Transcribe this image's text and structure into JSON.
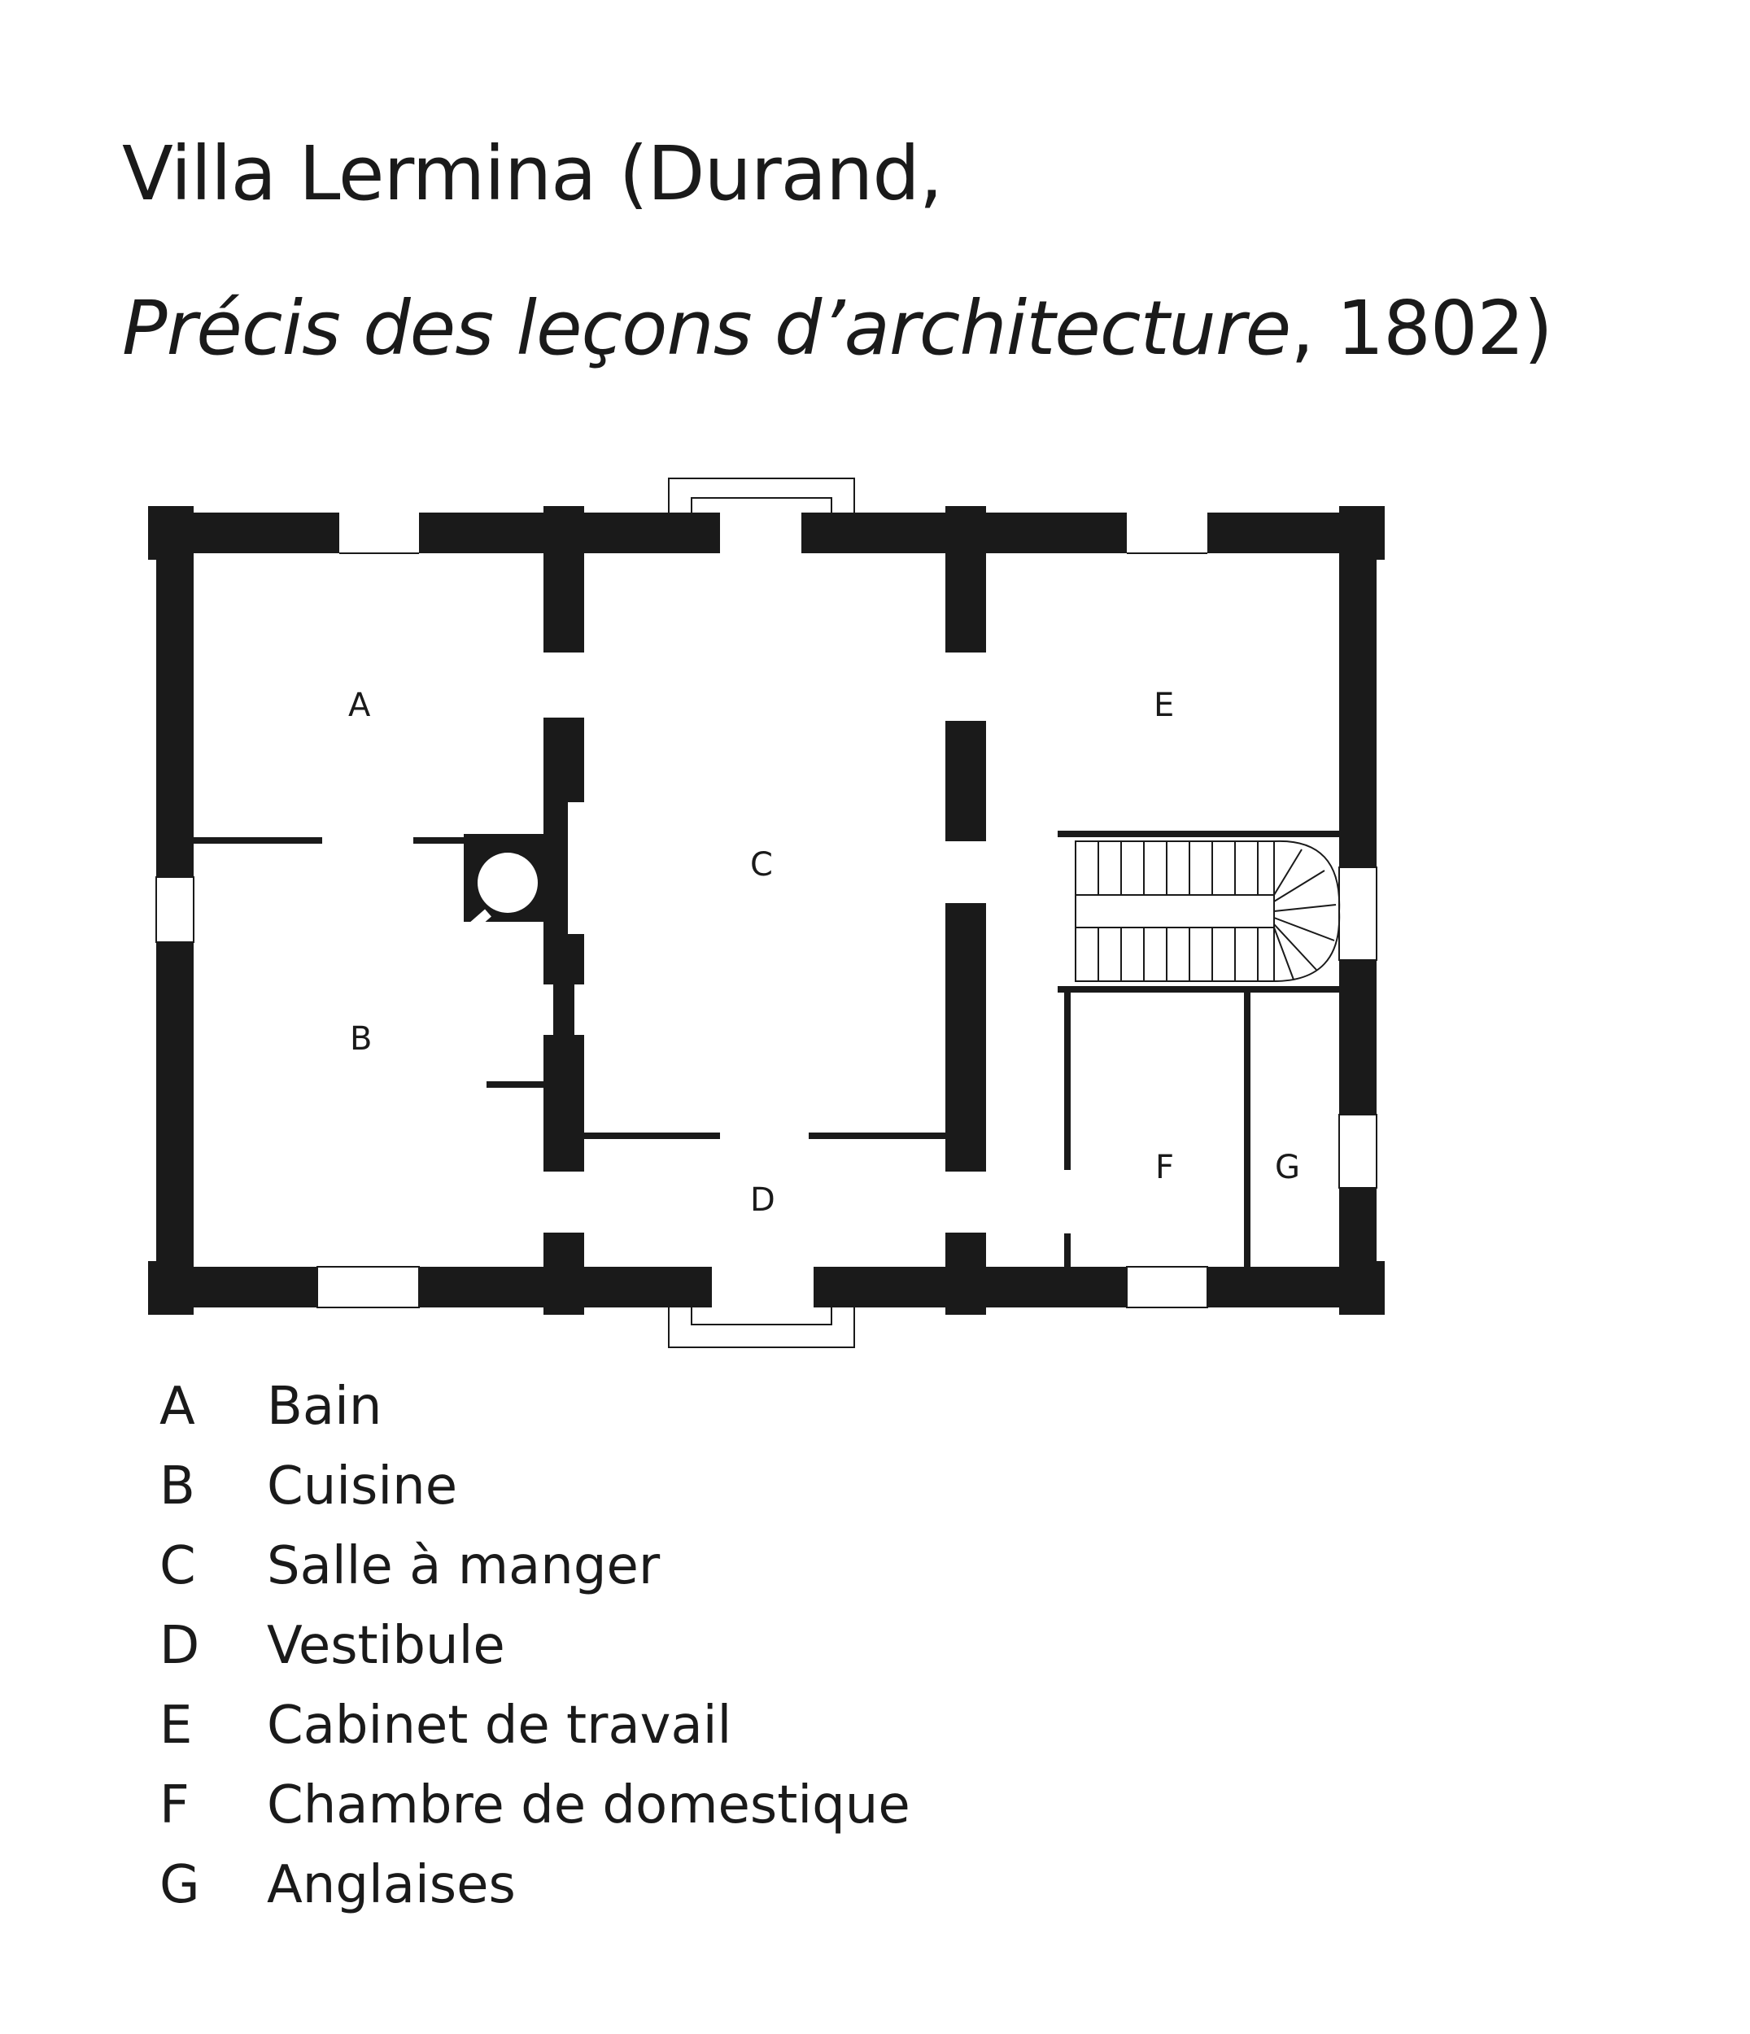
{
  "title": {
    "line1": "Villa Lermina (Durand,",
    "line2_italic": "Précis des leçons d’architecture",
    "line2_rest": ", 1802)"
  },
  "rooms": [
    {
      "key": "A",
      "label": "Bain"
    },
    {
      "key": "B",
      "label": "Cuisine"
    },
    {
      "key": "C",
      "label": "Salle à manger"
    },
    {
      "key": "D",
      "label": "Vestibule"
    },
    {
      "key": "E",
      "label": "Cabinet de travail"
    },
    {
      "key": "F",
      "label": "Chambre de domestique"
    },
    {
      "key": "G",
      "label": "Anglaises"
    }
  ],
  "colors": {
    "wall": "#1a1a1a",
    "background": "#ffffff"
  }
}
